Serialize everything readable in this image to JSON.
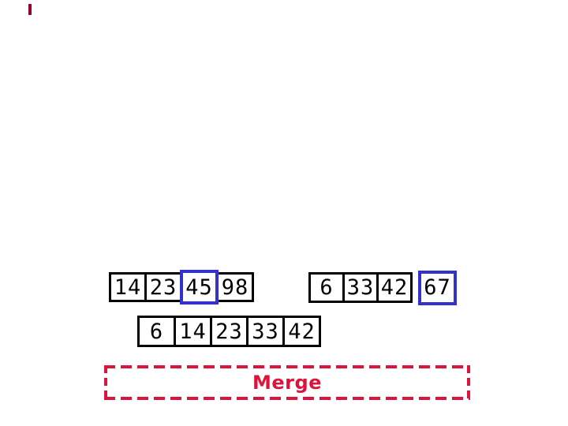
{
  "slide": {
    "background_color": "#FFFFFF",
    "corner_mark_color": "#990033",
    "highlight_border_color": "#3333CC",
    "cell_border_color": "#000000",
    "accent_color": "#DC143C"
  },
  "diagram": {
    "description": "merge sort step visualization",
    "left_array": {
      "cells": [
        {
          "value": "14",
          "highlight": false
        },
        {
          "value": "23",
          "highlight": false
        },
        {
          "value": "45",
          "highlight": true
        },
        {
          "value": "98",
          "highlight": false
        }
      ]
    },
    "right_array": {
      "cells": [
        {
          "value": "6",
          "highlight": false
        },
        {
          "value": "33",
          "highlight": false
        },
        {
          "value": "42",
          "highlight": false
        },
        {
          "value": "67",
          "highlight": true
        }
      ]
    },
    "merged_array": {
      "cells": [
        {
          "value": "6"
        },
        {
          "value": "14"
        },
        {
          "value": "23"
        },
        {
          "value": "33"
        },
        {
          "value": "42"
        }
      ]
    },
    "merge_label": "Merge"
  }
}
